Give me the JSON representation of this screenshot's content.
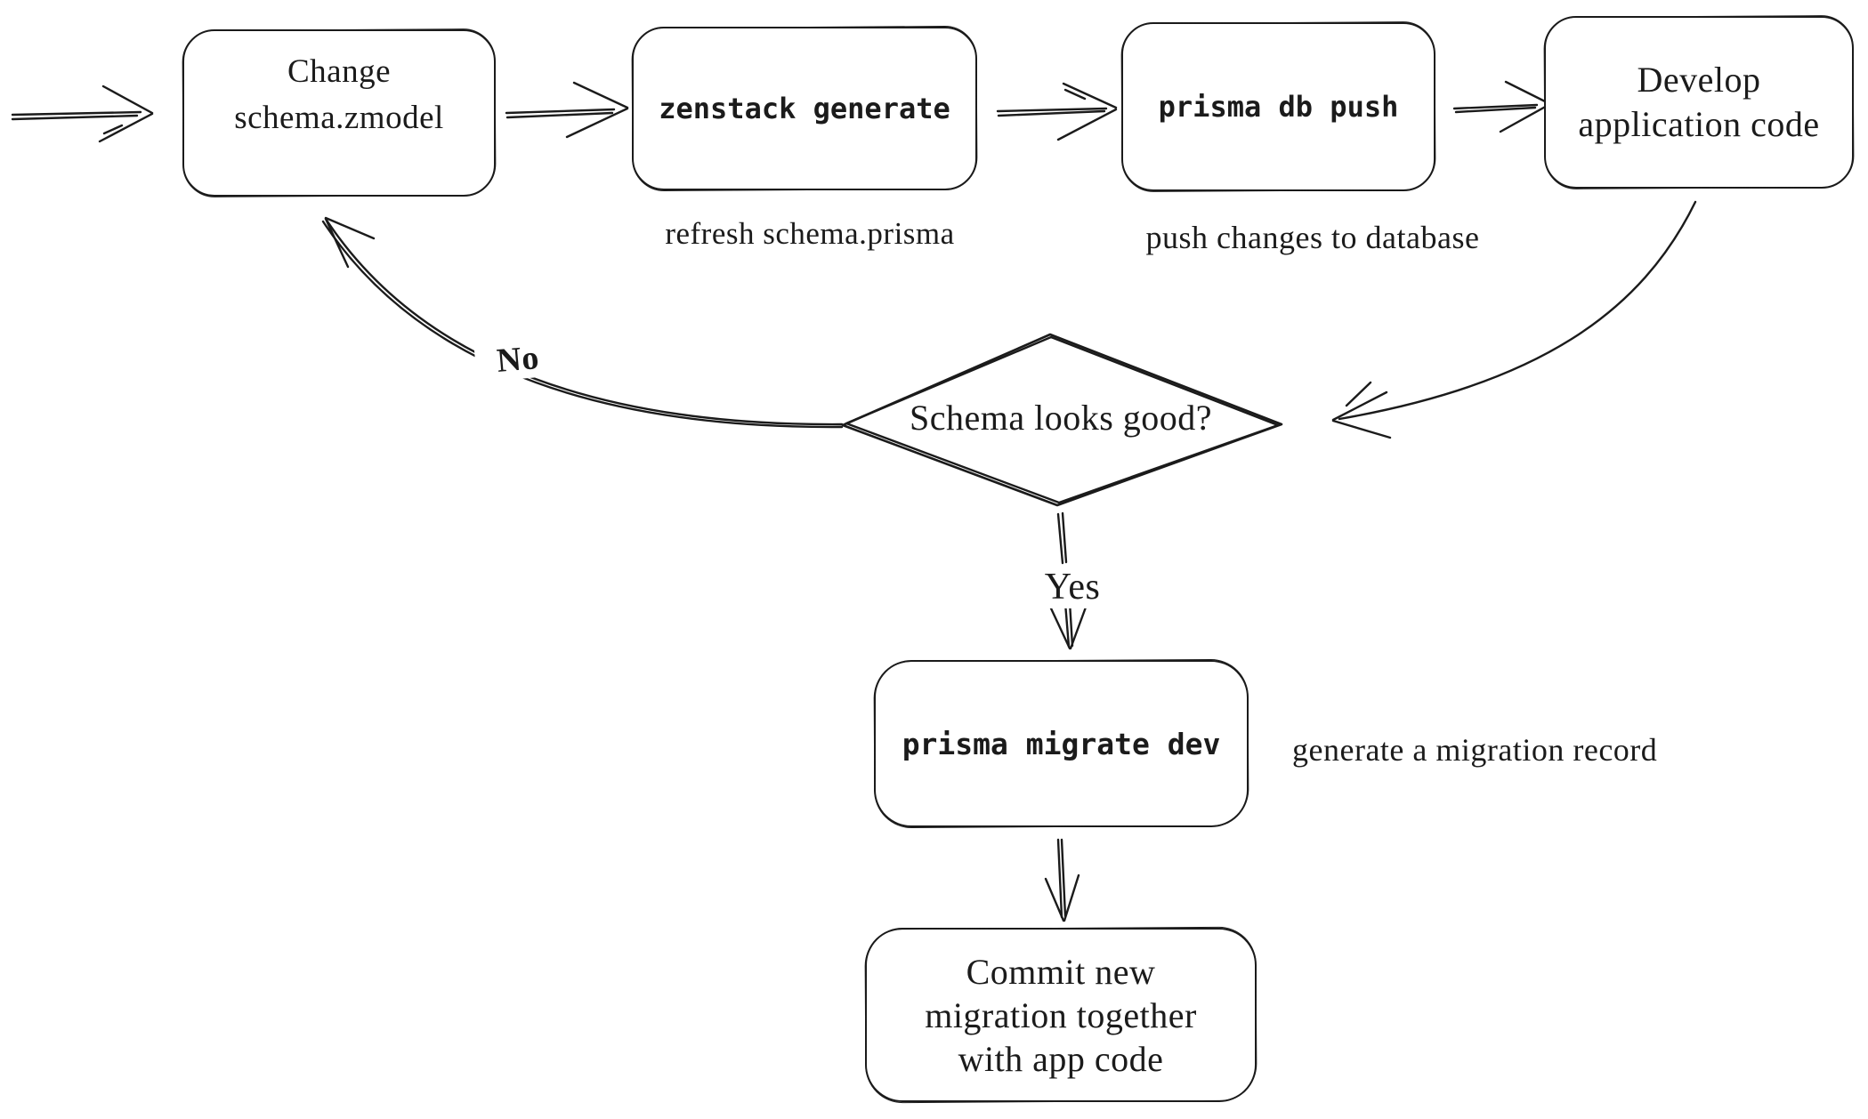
{
  "nodes": {
    "change_schema": {
      "line1": "Change",
      "line2": "schema.zmodel"
    },
    "zenstack_generate": {
      "label": "zenstack generate"
    },
    "prisma_db_push": {
      "label": "prisma db push"
    },
    "develop_app": {
      "line1": "Develop",
      "line2": "application code"
    },
    "decision": {
      "label": "Schema looks good?"
    },
    "prisma_migrate_dev": {
      "label": "prisma migrate dev"
    },
    "commit": {
      "line1": "Commit new",
      "line2": "migration together",
      "line3": "with app code"
    }
  },
  "captions": {
    "zenstack_generate": "refresh schema.prisma",
    "prisma_db_push": "push changes to database",
    "prisma_migrate_dev": "generate a migration record"
  },
  "edge_labels": {
    "no": "No",
    "yes": "Yes"
  },
  "colors": {
    "stroke": "#1b1b1b",
    "background": "#ffffff"
  }
}
